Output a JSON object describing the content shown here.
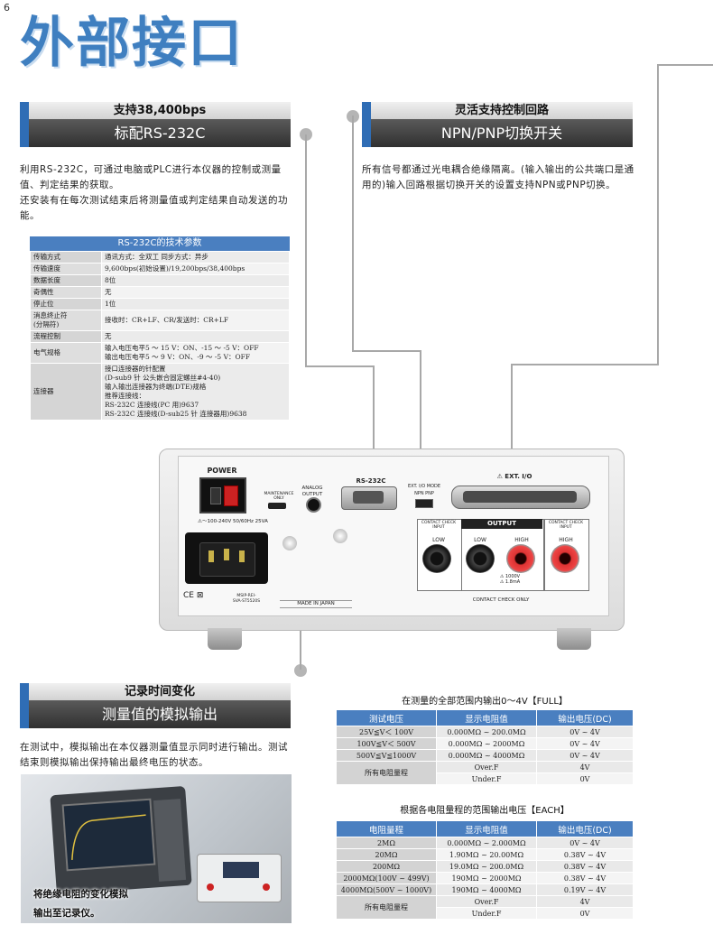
{
  "page_number": "6",
  "title": "外部接口",
  "rs232": {
    "banner_top": "支持38,400bps",
    "banner_bottom": "标配RS-232C",
    "description": "利用RS-232C，可通过电脑或PLC进行本仪器的控制或测量值、判定结果的获取。\n还安装有在每次测试结束后将测量值或判定结果自动发送的功能。",
    "table_title": "RS-232C的技术参数",
    "rows": [
      {
        "k": "传输方式",
        "v": "通讯方式：全双工 同步方式：异步"
      },
      {
        "k": "传输速度",
        "v": "9,600bps(初始设置)/19,200bps/38,400bps"
      },
      {
        "k": "数据长度",
        "v": "8位"
      },
      {
        "k": "奇偶性",
        "v": "无"
      },
      {
        "k": "停止位",
        "v": "1位"
      },
      {
        "k": "消息终止符\n(分隔符)",
        "v": "接收时：CR+LF、CR/发送时：CR+LF"
      },
      {
        "k": "流程控制",
        "v": "无"
      },
      {
        "k": "电气规格",
        "v": "输入电压电平5 ～ 15 V：ON、-15 ～ -5 V：OFF\n输出电压电平5 ～ 9 V：ON、-9 ～ -5 V：OFF"
      },
      {
        "k": "连接器",
        "v": "接口连接器的针配置\n(D-sub9 针 公头嵌合固定螺丝#4-40)\n输入输出连接器为终端(DTE)规格\n推荐连接线：\nRS-232C 连接线(PC 用)9637\nRS-232C 连接线(D-sub25 针 连接器用)9638"
      }
    ]
  },
  "npn": {
    "banner_top": "灵活支持控制回路",
    "banner_bottom": "NPN/PNP切换开关",
    "description": "所有信号都通过光电耦合绝缘隔离。(输入输出的公共端口是通用的)输入回路根据切换开关的设置支持NPN或PNP切换。"
  },
  "device": {
    "power": "POWER",
    "maintenance": "MAINTENANCE\nONLY",
    "analog_output": "ANALOG\nOUTPUT",
    "rs232c": "RS-232C",
    "ext_mode": "EXT. I/O MODE",
    "npn_pnp": "NPN  PNP",
    "ext_io": "⚠ EXT. I/O",
    "power_rating": "⚠～100-240V  50/60Hz  25VA",
    "contact_check_input": "CONTACT CHECK\nINPUT",
    "output": "OUTPUT",
    "low": "LOW",
    "high": "HIGH",
    "rating": "⚠ 1000V\n⚠ 1.8mA",
    "contact_check_only": "CONTACT CHECK ONLY",
    "made_in": "MADE IN JAPAN",
    "cert_marks": "CE  ⊠",
    "cert_code": "MSIP-REI-\nSVA-ST5520S"
  },
  "analog": {
    "banner_top": "记录时间变化",
    "banner_bottom": "测量值的模拟输出",
    "description": "在测试中，模拟输出在本仪器测量值显示同时进行输出。测试结束则模拟输出保持输出最终电压的状态。",
    "photo_caption_1": "将绝缘电阻的变化模拟",
    "photo_caption_2": "输出至记录仪。"
  },
  "full_table": {
    "title": "在测量的全部范围内输出0～4V【FULL】",
    "headers": [
      "测试电压",
      "显示电阻值",
      "输出电压(DC)"
    ],
    "rows": [
      [
        "25V≦V＜ 100V",
        "0.000MΩ ~ 200.0MΩ",
        "0V ~ 4V"
      ],
      [
        "100V≦V＜ 500V",
        "0.000MΩ ~ 2000MΩ",
        "0V ~ 4V"
      ],
      [
        "500V≦V≦1000V",
        "0.000MΩ ~ 4000MΩ",
        "0V ~ 4V"
      ]
    ],
    "all_label": "所有电阻量程",
    "over": [
      "Over.F",
      "4V"
    ],
    "under": [
      "Under.F",
      "0V"
    ]
  },
  "each_table": {
    "title": "根据各电阻量程的范围输出电压【EACH】",
    "headers": [
      "电阻量程",
      "显示电阻值",
      "输出电压(DC)"
    ],
    "rows": [
      [
        "2MΩ",
        "0.000MΩ ~ 2.000MΩ",
        "0V ~ 4V"
      ],
      [
        "20MΩ",
        "1.90MΩ ~ 20.00MΩ",
        "0.38V ~ 4V"
      ],
      [
        "200MΩ",
        "19.0MΩ ~ 200.0MΩ",
        "0.38V ~ 4V"
      ],
      [
        "2000MΩ(100V ~ 499V)",
        "190MΩ ~ 2000MΩ",
        "0.38V ~ 4V"
      ],
      [
        "4000MΩ(500V ~ 1000V)",
        "190MΩ ~ 4000MΩ",
        "0.19V ~ 4V"
      ]
    ],
    "all_label": "所有电阻量程",
    "over": [
      "Over.F",
      "4V"
    ],
    "under": [
      "Under.F",
      "0V"
    ]
  },
  "colors": {
    "accent": "#2f6db5",
    "table_header": "#4a7fc0",
    "title": "#3f7fc0"
  }
}
